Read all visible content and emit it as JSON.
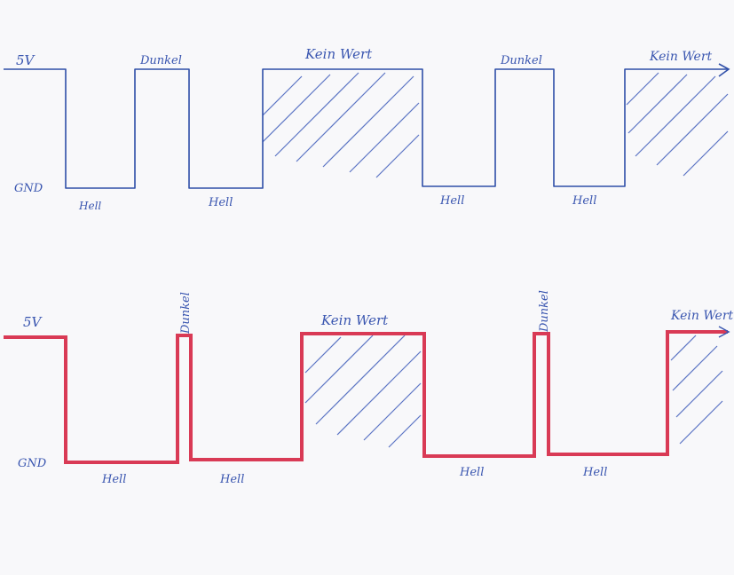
{
  "colors": {
    "paper": "#f8f8fa",
    "ink_blue": "#3a56b0",
    "wave_blue": "#2f4fa8",
    "wave_red": "#d93a55",
    "hatch_blue": "#5b74c4"
  },
  "top_signal": {
    "level_high_label": "5V",
    "level_low_label": "GND",
    "labels": {
      "dunkel_1": "Dunkel",
      "kein_wert_1": "Kein Wert",
      "dunkel_2": "Dunkel",
      "kein_wert_2": "Kein Wert",
      "hell_1": "Hell",
      "hell_2": "Hell",
      "hell_3": "Hell",
      "hell_4": "Hell"
    }
  },
  "bottom_signal": {
    "level_high_label": "5V",
    "level_low_label": "GND",
    "labels": {
      "dunkel_1": "Dunkel",
      "kein_wert_1": "Kein Wert",
      "dunkel_2": "Dunkel",
      "kein_wert_2": "Kein Wert",
      "hell_1": "Hell",
      "hell_2": "Hell",
      "hell_3": "Hell",
      "hell_4": "Hell"
    }
  }
}
